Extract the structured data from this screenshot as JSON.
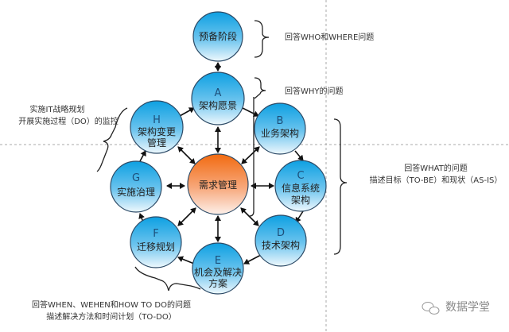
{
  "nodes": {
    "prelim": {
      "label": "预备阶段"
    },
    "a": {
      "letter": "A",
      "label": "架构愿景"
    },
    "b": {
      "letter": "B",
      "label": "业务架构"
    },
    "c": {
      "letter": "C",
      "label1": "信息系统",
      "label2": "架构"
    },
    "d": {
      "letter": "D",
      "label": "技术架构"
    },
    "e": {
      "letter": "E",
      "label1": "机会及解决",
      "label2": "方案"
    },
    "f": {
      "letter": "F",
      "label": "迁移规划"
    },
    "g": {
      "letter": "G",
      "label": "实施治理"
    },
    "h": {
      "letter": "H",
      "label1": "架构变更",
      "label2": "管理"
    },
    "center": {
      "label": "需求管理"
    }
  },
  "notes": {
    "who_where": "回答WHO和WHERE问题",
    "why": "回答WHY的问题",
    "what_line1": "回答WHAT的问题",
    "what_line2": "描述目标（TO-BE）和现状（AS-IS）",
    "it_line1": "实施IT战略规划",
    "it_line2": "开展实施过程（DO）的监控",
    "when_line1": "回答WHEN、WEHEN和HOW TO DO的问题",
    "when_line2": "描述解决方法和时间计划（TO-DO）"
  },
  "watermark": "数据学堂",
  "colors": {
    "node_blue": "#1aa3e0",
    "center_orange": "#f07020"
  }
}
